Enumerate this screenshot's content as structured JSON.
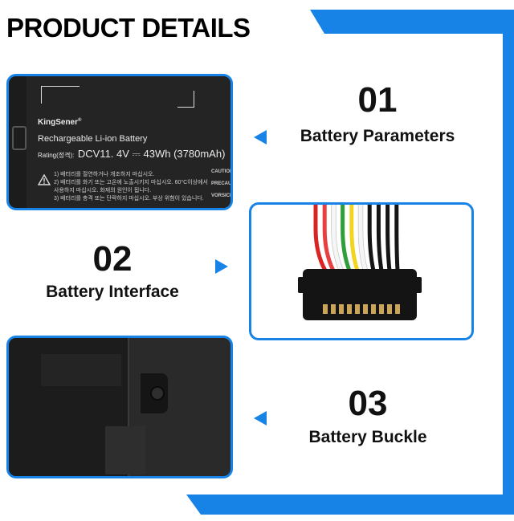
{
  "header": {
    "title": "PRODUCT DETAILS"
  },
  "sections": [
    {
      "number": "01",
      "label": "Battery Parameters"
    },
    {
      "number": "02",
      "label": "Battery Interface"
    },
    {
      "number": "03",
      "label": "Battery Buckle"
    }
  ],
  "battery_label": {
    "brand": "KingSener",
    "brand_mark": "®",
    "product": "Rechargeable Li-ion Battery",
    "rating_prefix": "Rating(정격):",
    "rating_value": "DCV11. 4V ⎓ 43Wh (3780mAh)",
    "warnings": [
      "1) 배터리를 절연하거나 개조하지 마십시오.",
      "2) 배터리를 화기 또는 고온에 노출시키지 마십시오. 60°C이상에서",
      "   사용하지 마십시오. 화재의 원인이 됩니다.",
      "3) 배터리를 충격 또는 단락하지 마십시오. 부상 위험이 있습니다."
    ],
    "side_caution": [
      "CAUTION",
      "PRECAUTI",
      "VORSICH"
    ]
  },
  "cable_colors": [
    "#d92424",
    "#e84040",
    "#f5f5f5",
    "#2f9e3b",
    "#f2d51e",
    "#f5f5f5",
    "#151515",
    "#151515",
    "#151515",
    "#151515"
  ],
  "colors": {
    "accent": "#1783e6"
  }
}
